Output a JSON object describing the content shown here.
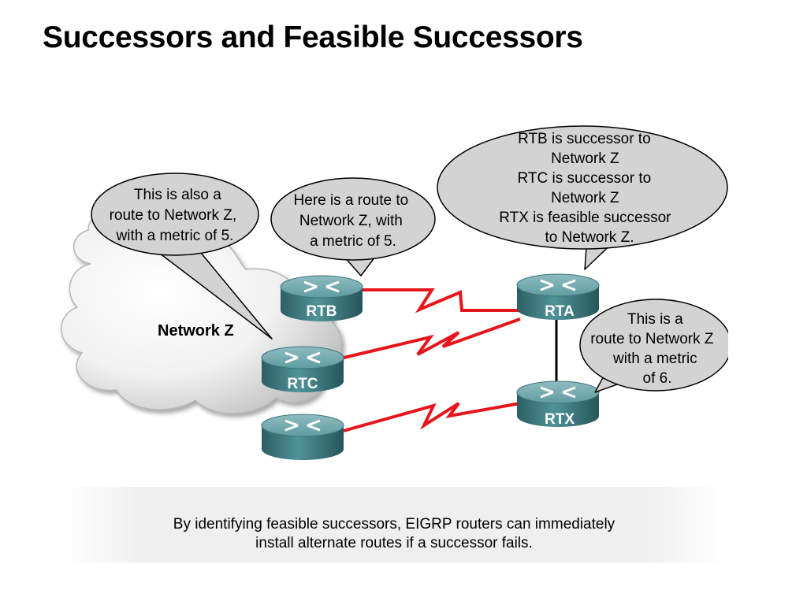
{
  "title": "Successors and Feasible Successors",
  "cloud": {
    "label": "Network Z"
  },
  "routers": {
    "rtb": "RTB",
    "rtc": "RTC",
    "rta": "RTA",
    "rtx": "RTX",
    "unlabeled": ""
  },
  "bubbles": {
    "also_route": [
      "This is also a",
      "route to Network Z,",
      "with a metric of 5."
    ],
    "here_route": [
      "Here is a route to",
      "Network Z, with",
      "a metric of 5."
    ],
    "rta_view": [
      "RTB is successor to",
      "Network Z",
      "RTC is successor to",
      "Network Z",
      "RTX is feasible successor",
      "to Network Z."
    ],
    "rtx_route": [
      "This is a",
      "route to Network Z",
      "with a metric",
      "of 6."
    ]
  },
  "caption": {
    "line1": "By identifying feasible successors, EIGRP routers can immediately",
    "line2": "install alternate routes if a successor fails."
  },
  "colors": {
    "serial_link": "#e8141b",
    "router_body": "#3f7f85",
    "bubble_fill": "#d3d3d3",
    "ethernet_link": "#000000"
  }
}
